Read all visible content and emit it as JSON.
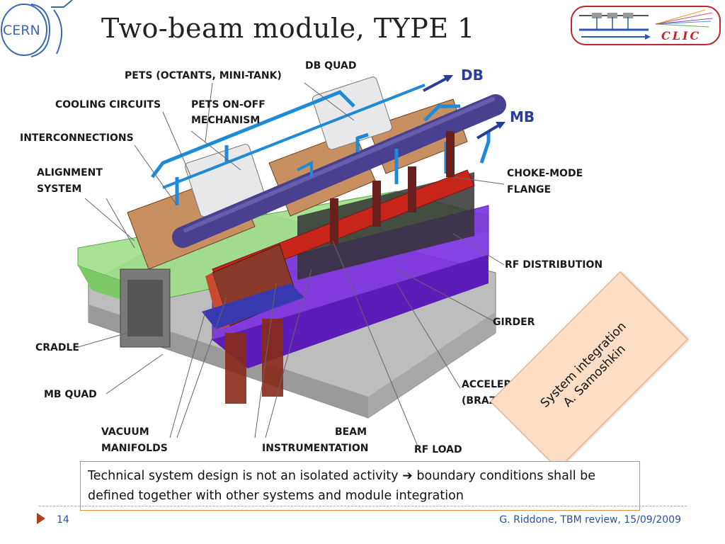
{
  "slide": {
    "title": "Two-beam module, TYPE 1",
    "page_number": "14",
    "footer": "G. Riddone, TBM review, 15/09/2009"
  },
  "logos": {
    "cern": "CERN",
    "clic": "CLIC"
  },
  "diagram": {
    "labels": {
      "pets_octants": "PETS (OCTANTS, MINI-TANK)",
      "db_quad": "DB QUAD",
      "cooling": "COOLING CIRCUITS",
      "pets_onoff_1": "PETS ON-OFF",
      "pets_onoff_2": "MECHANISM",
      "interconnections": "INTERCONNECTIONS",
      "alignment_1": "ALIGNMENT",
      "alignment_2": "SYSTEM",
      "choke_1": "CHOKE-MODE",
      "choke_2": "FLANGE",
      "rf_distribution": "RF  DISTRIBUTION",
      "girder": "GIRDER",
      "cradle": "CRADLE",
      "mb_quad": "MB  QUAD",
      "accel_1": "ACCELER. STRUCTURE",
      "accel_2": "(BRAZED  DISKS)",
      "vacuum_1": "VACUUM",
      "vacuum_2": "MANIFOLDS",
      "beam_1": "BEAM",
      "beam_2": "INSTRUMENTATION",
      "rf_load": "RF  LOAD",
      "db": "DB",
      "mb": "MB"
    }
  },
  "callout": {
    "text_before": "Technical system design is not an isolated activity",
    "arrow": "➔",
    "text_after": " boundary conditions shall be defined together with other systems and module integration"
  },
  "sticky_note": {
    "line1": "System integration",
    "line2": "A. Samoshkin"
  },
  "colors": {
    "accent": "#b0401e",
    "footer_text": "#2b4fa0",
    "label_blue": "#2a3c9a",
    "callout_border": "#e98a3a",
    "sticky_fill": "#fbdcc5"
  }
}
